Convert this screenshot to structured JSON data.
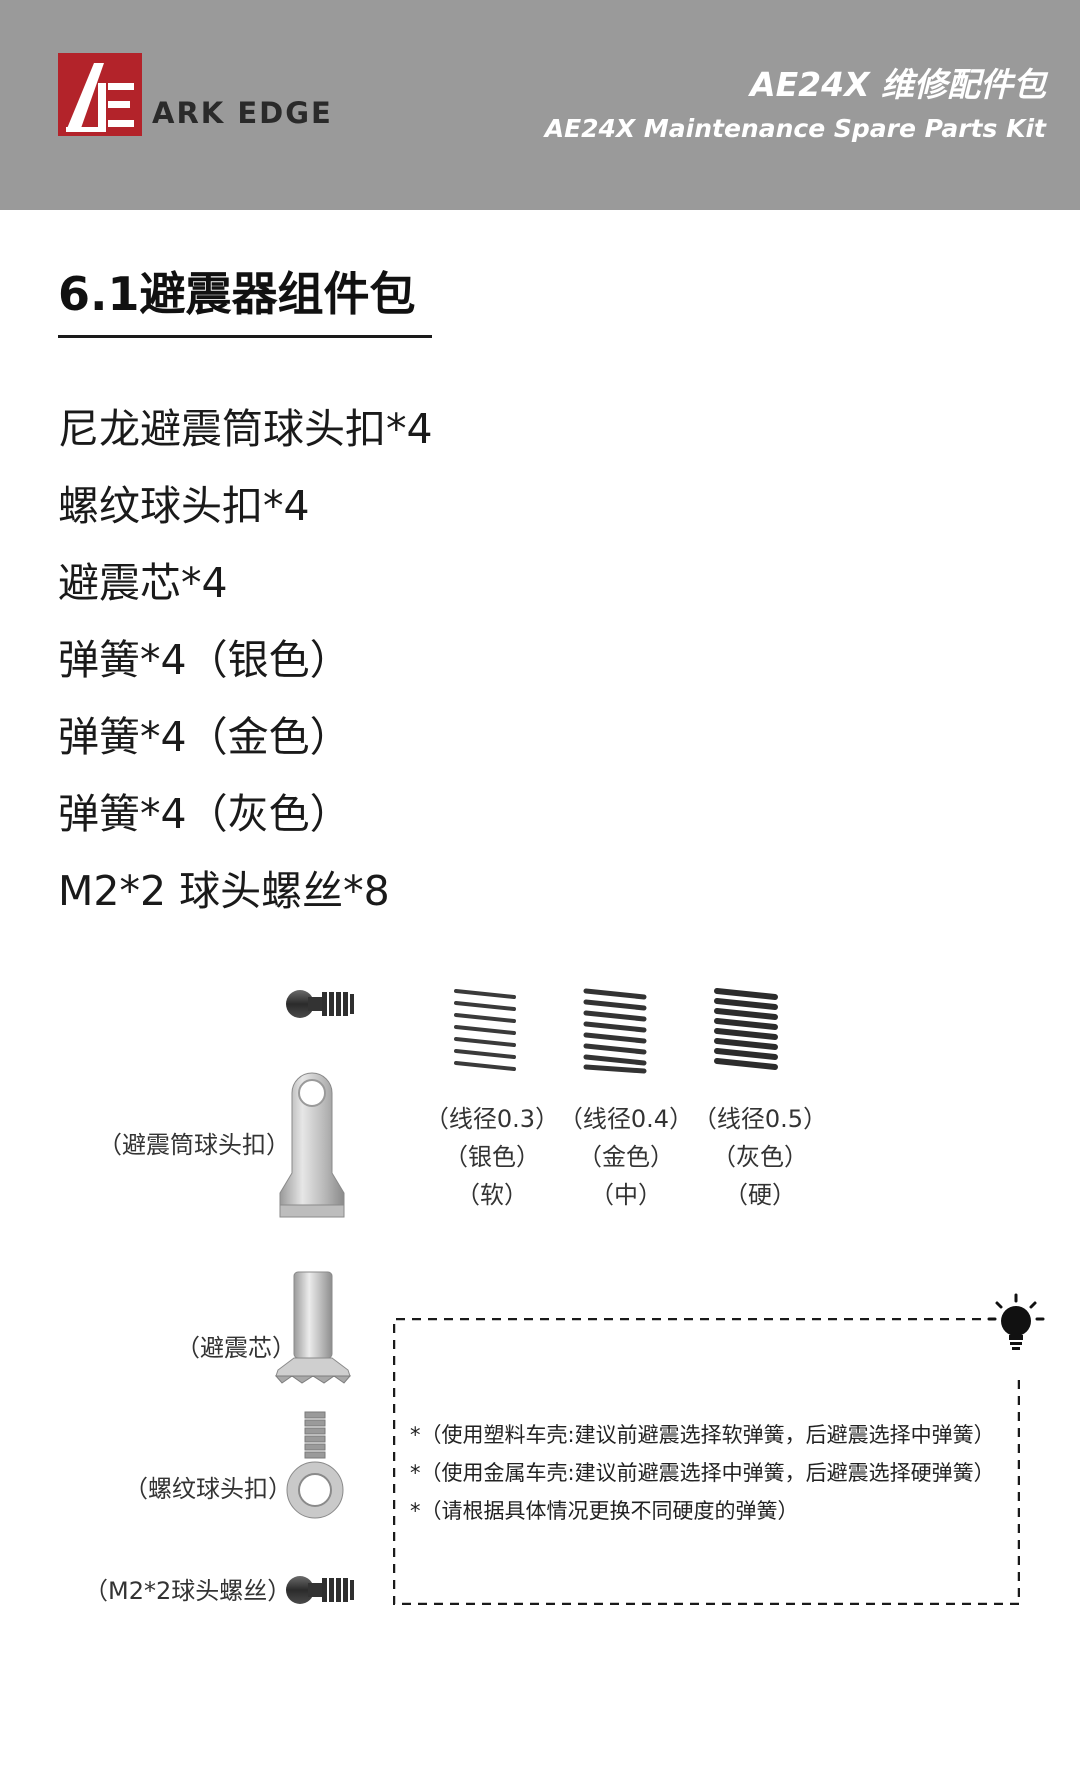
{
  "header": {
    "brand": "ARK EDGE",
    "title_cn": "AE24X 维修配件包",
    "title_en": "AE24X Maintenance Spare Parts Kit",
    "bg_color": "#9a9a9a",
    "logo_color": "#b3232a"
  },
  "section": {
    "title": "6.1避震器组件包"
  },
  "items": [
    "尼龙避震筒球头扣*4",
    "螺纹球头扣*4",
    "避震芯*4",
    "弹簧*4（银色）",
    "弹簧*4（金色）",
    "弹簧*4（灰色）",
    "M2*2 球头螺丝*8"
  ],
  "parts": {
    "shock_end": "（避震筒球头扣）",
    "core": "（避震芯）",
    "thread_end": "（螺纹球头扣）",
    "ball_screw": "（M2*2球头螺丝）"
  },
  "springs": [
    {
      "wire": "（线径0.3）",
      "color": "（银色）",
      "hardness": "（软）"
    },
    {
      "wire": "（线径0.4）",
      "color": "（金色）",
      "hardness": "（中）"
    },
    {
      "wire": "（线径0.5）",
      "color": "（灰色）",
      "hardness": "（硬）"
    }
  ],
  "notes": [
    "*（使用塑料车壳:建议前避震选择软弹簧，后避震选择中弹簧）",
    "*（使用金属车壳:建议前避震选择中弹簧，后避震选择硬弹簧）",
    "*（请根据具体情况更换不同硬度的弹簧）"
  ],
  "icons": {
    "bulb": "lightbulb-icon"
  }
}
